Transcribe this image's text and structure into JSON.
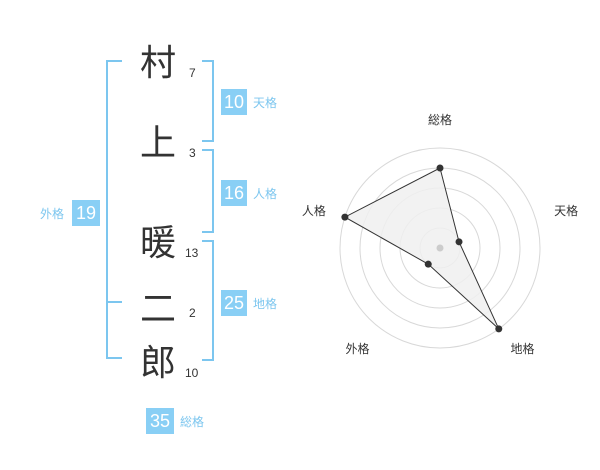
{
  "name": {
    "chars": [
      {
        "kanji": "村",
        "strokes": "7"
      },
      {
        "kanji": "上",
        "strokes": "3"
      },
      {
        "kanji": "暖",
        "strokes": "13"
      },
      {
        "kanji": "二",
        "strokes": "2"
      },
      {
        "kanji": "郎",
        "strokes": "10"
      }
    ]
  },
  "kakusu": {
    "tenkaku": {
      "value": "10",
      "label": "天格"
    },
    "jinkaku": {
      "value": "16",
      "label": "人格"
    },
    "chikaku": {
      "value": "25",
      "label": "地格"
    },
    "gaikaku": {
      "value": "19",
      "label": "外格"
    },
    "soukaku": {
      "value": "35",
      "label": "総格"
    }
  },
  "chart_data": {
    "type": "radar",
    "axes": [
      "総格",
      "天格",
      "地格",
      "外格",
      "人格"
    ],
    "values": [
      4,
      1,
      5,
      1,
      5
    ],
    "max": 5,
    "rings": 5,
    "colors": {
      "fill": "#f0f0f0",
      "line": "#333333",
      "ring": "#d8d8d8",
      "center": "#cccccc"
    }
  }
}
